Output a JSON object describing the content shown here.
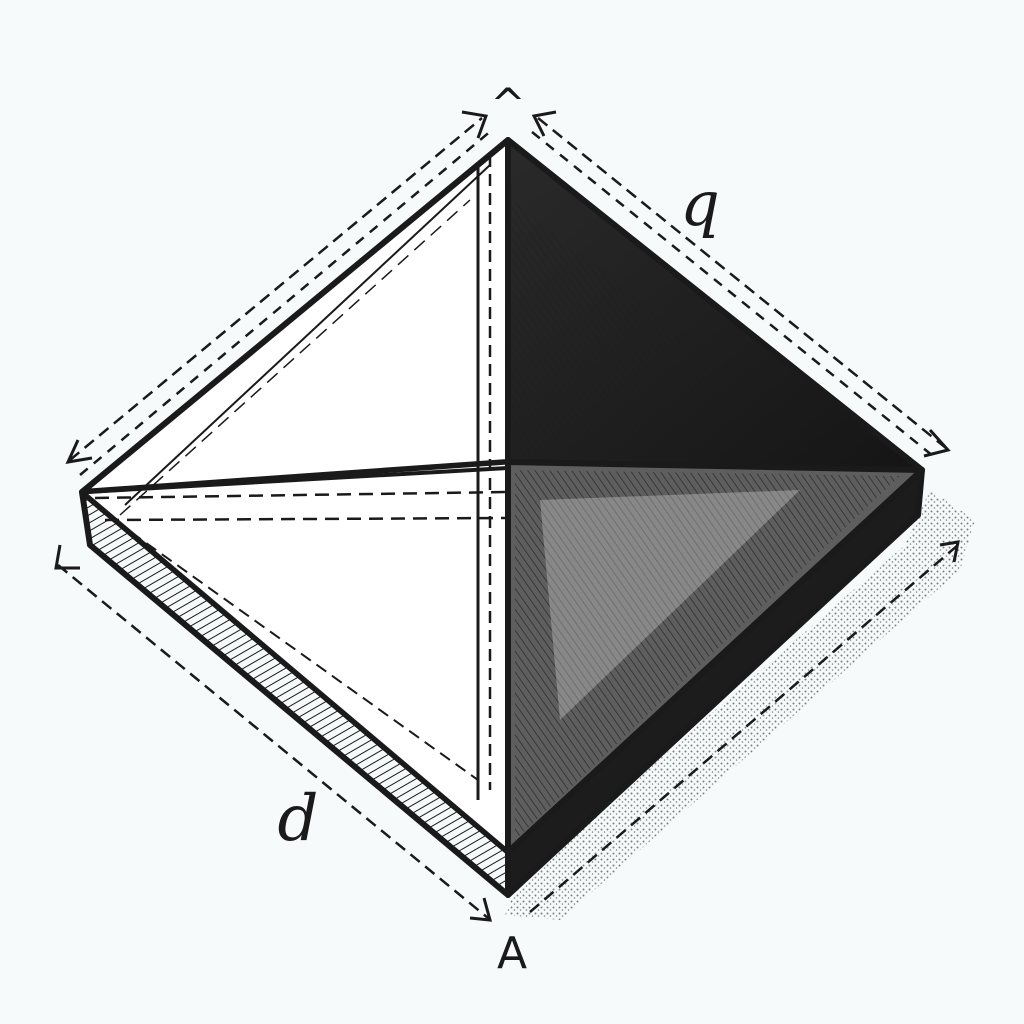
{
  "diagram": {
    "labels": {
      "top": "^",
      "bottom": "A",
      "upper_right": "q",
      "lower_left": "d"
    },
    "colors": {
      "background": "#f6fafb",
      "ink": "#1a1a1a",
      "dark_face": "#232323",
      "hatched_face": "#5a5a5a",
      "light_face": "#ffffff"
    }
  }
}
